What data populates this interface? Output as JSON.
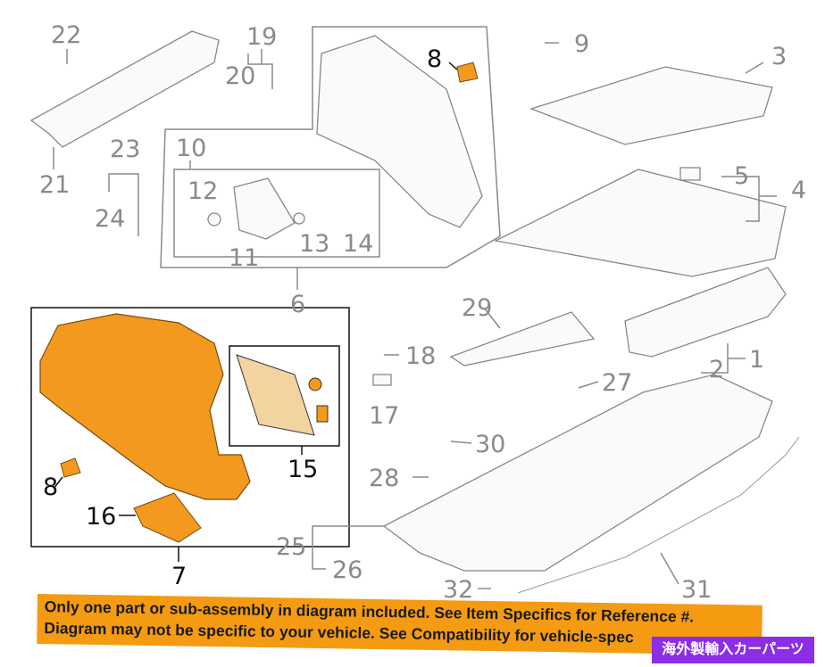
{
  "diagram": {
    "callouts": [
      "22",
      "19",
      "8",
      "9",
      "3",
      "20",
      "10",
      "23",
      "5",
      "4",
      "21",
      "12",
      "24",
      "13",
      "14",
      "11",
      "6",
      "29",
      "18",
      "1",
      "2",
      "27",
      "17",
      "30",
      "15",
      "28",
      "8",
      "16",
      "25",
      "7",
      "26",
      "32",
      "31"
    ],
    "highlight_color": "#f39a1e"
  },
  "banner": {
    "line1": "Only one part or sub-assembly in diagram included. See Item Specifics for Reference #.",
    "line2": "Diagram may not be specific to your vehicle. See Compatibility for vehicle-spec",
    "color": "#f49b12"
  },
  "badge": {
    "text": "海外製輸入カーパーツ",
    "color": "#8b2ee6"
  }
}
